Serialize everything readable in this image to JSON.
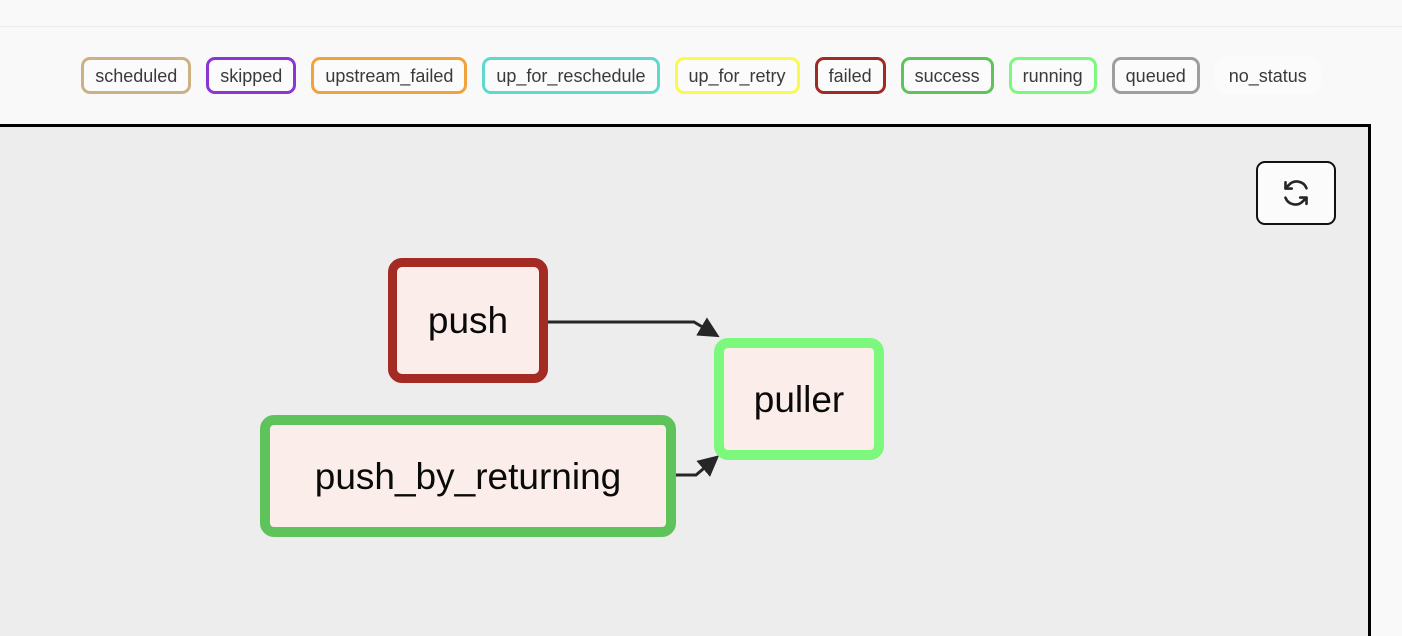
{
  "legend": {
    "name": "task-status-legend",
    "items": [
      {
        "label": "scheduled",
        "color": "#cdb185"
      },
      {
        "label": "skipped",
        "color": "#8b35d4"
      },
      {
        "label": "upstream_failed",
        "color": "#f0a33c"
      },
      {
        "label": "up_for_reschedule",
        "color": "#5fd9cd"
      },
      {
        "label": "up_for_retry",
        "color": "#fafa4a"
      },
      {
        "label": "failed",
        "color": "#9e2b24"
      },
      {
        "label": "success",
        "color": "#5fc35b"
      },
      {
        "label": "running",
        "color": "#7cf97c"
      },
      {
        "label": "queued",
        "color": "#9e9e9e"
      },
      {
        "label": "no_status",
        "color": "#fbfbfb"
      }
    ]
  },
  "graph": {
    "refresh_button": {
      "icon": "refresh-sync-icon",
      "title": "Refresh"
    },
    "panel_background": "#ededed",
    "node_fill": "#fbeeea",
    "nodes": [
      {
        "id": "push",
        "label": "push",
        "status": "failed",
        "border_color": "#a32b24"
      },
      {
        "id": "puller",
        "label": "puller",
        "status": "running",
        "border_color": "#7cf97c"
      },
      {
        "id": "push_by_returning",
        "label": "push_by_returning",
        "status": "success",
        "border_color": "#5fc35b"
      }
    ],
    "edges": [
      {
        "from": "push",
        "to": "puller"
      },
      {
        "from": "push_by_returning",
        "to": "puller"
      }
    ]
  }
}
